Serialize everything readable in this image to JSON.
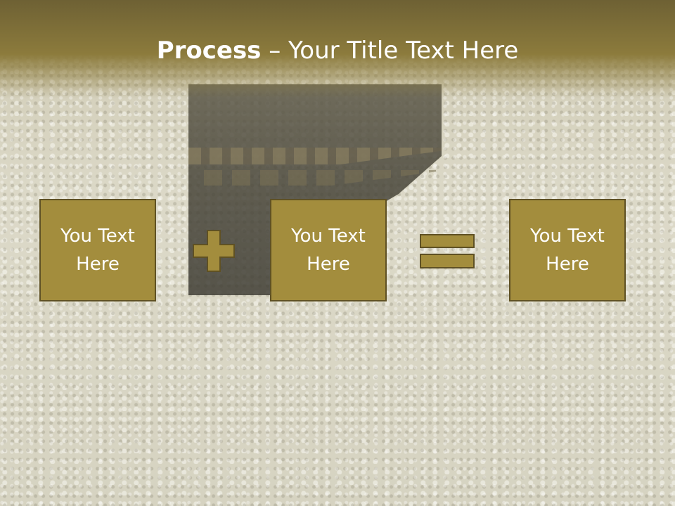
{
  "slide": {
    "title_bold": "Process",
    "title_rest": " – Your Title Text Here"
  },
  "boxes": [
    {
      "label": "You Text Here"
    },
    {
      "label": "You Text Here"
    },
    {
      "label": "You Text Here"
    }
  ],
  "colors": {
    "accent": "#a38d3d",
    "accent_border": "#5f5124",
    "title_bar": "#8c7b3c",
    "text": "#ffffff"
  },
  "icons": [
    "plus-icon",
    "equals-icon"
  ]
}
